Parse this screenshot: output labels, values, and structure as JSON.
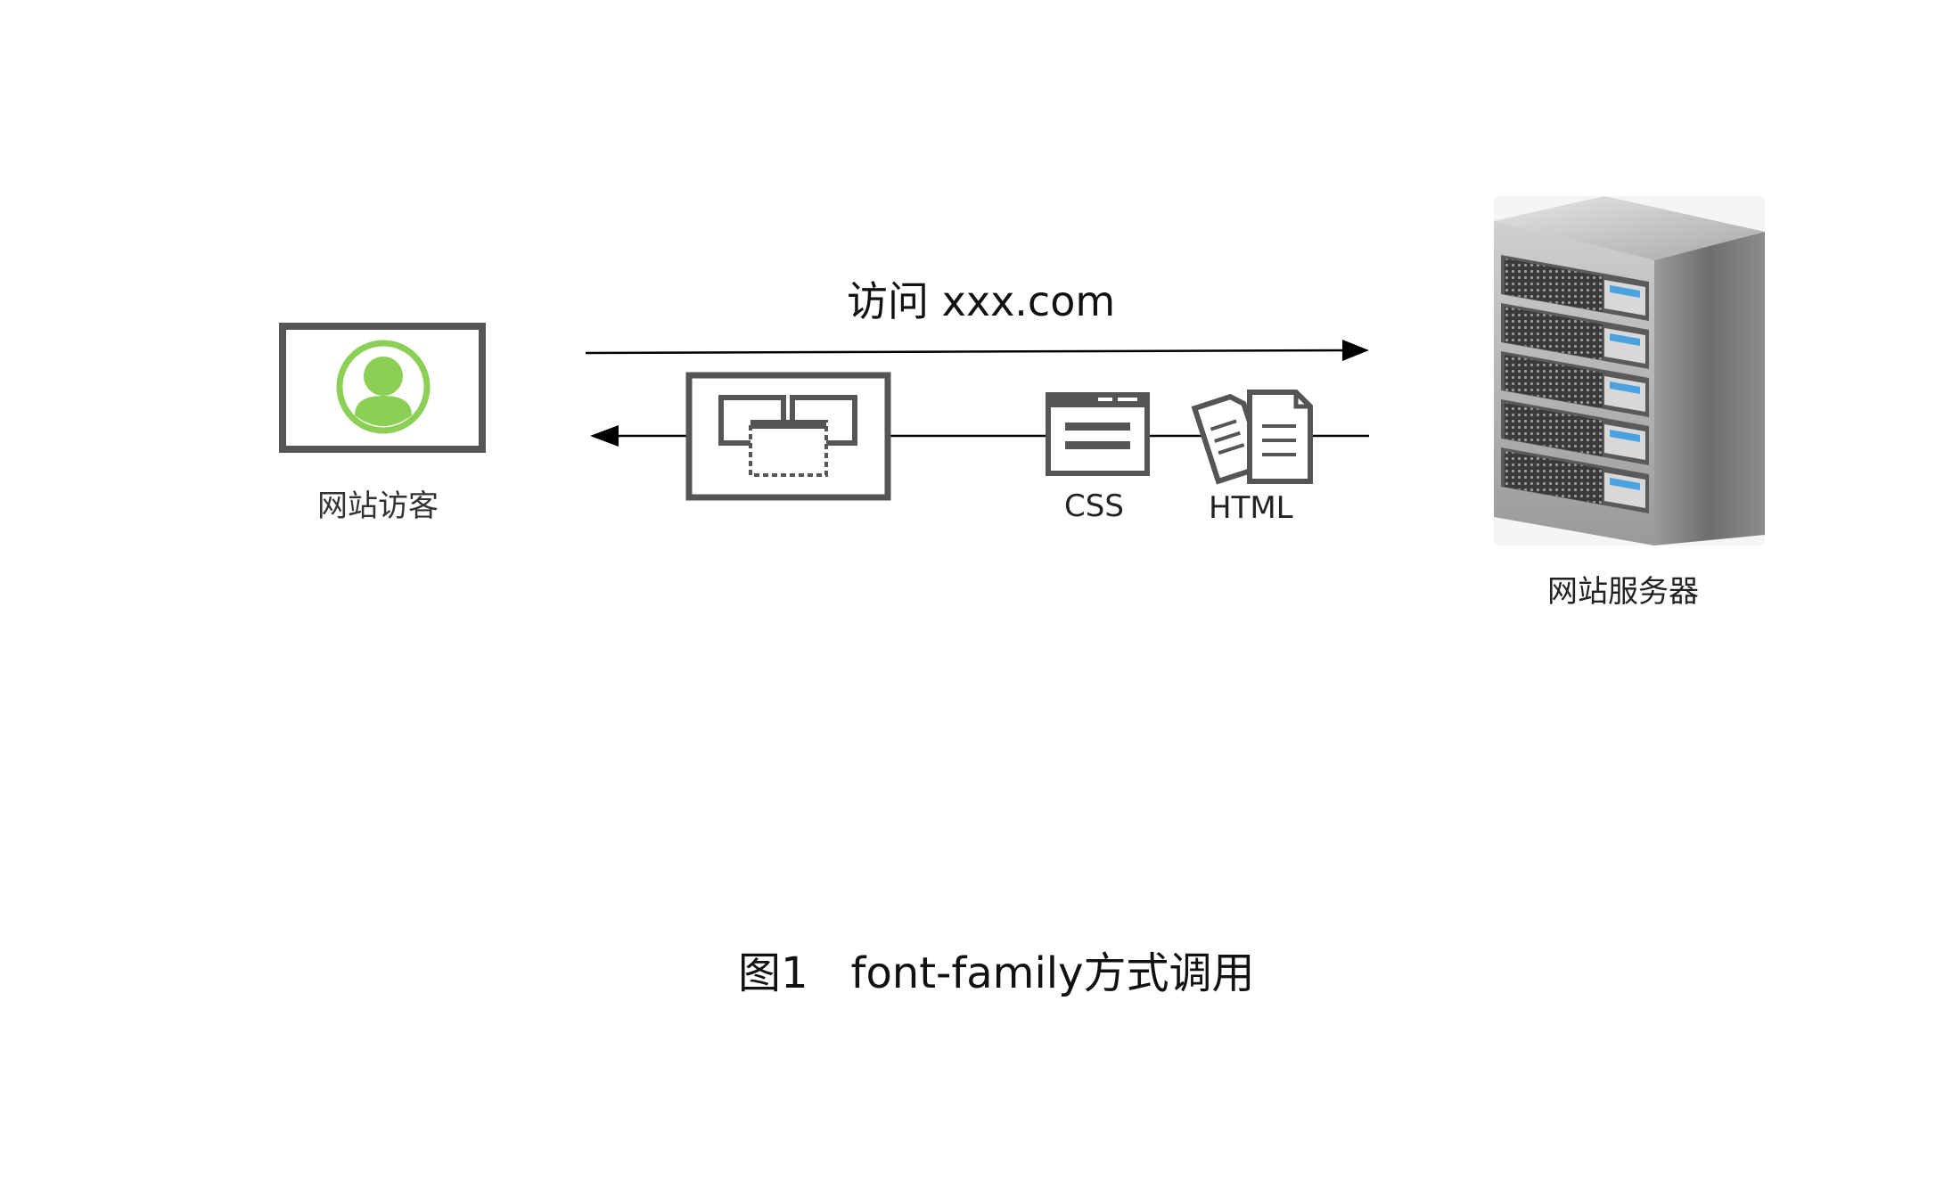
{
  "request_label": "访问 xxx.com",
  "visitor_label": "网站访客",
  "server_label": "网站服务器",
  "css_label": "CSS",
  "html_label": "HTML",
  "caption": "图1　font-family方式调用",
  "colors": {
    "stroke": "#555555",
    "avatar_green": "#8ccf55",
    "line": "#000000"
  }
}
